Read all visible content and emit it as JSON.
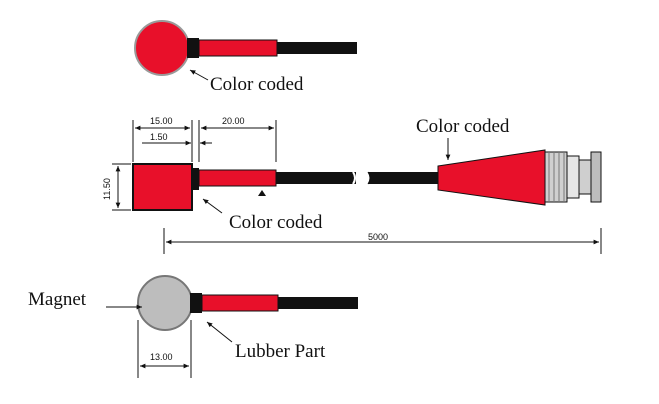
{
  "labels": {
    "color_coded_top": "Color coded",
    "color_coded_connector": "Color coded",
    "color_coded_side": "Color coded",
    "magnet": "Magnet",
    "lubber_part": "Lubber Part"
  },
  "dimensions": {
    "width_15": "15.00",
    "offset_150": "1.50",
    "sleeve_20": "20.00",
    "height_1150": "11.50",
    "cable_length": "5000",
    "diameter_13": "13.00"
  },
  "colors": {
    "accent_red": "#e8102a",
    "cable_black": "#111111",
    "magnet_grey": "#bdbdbd",
    "housing_grey": "#d0d0d0"
  }
}
